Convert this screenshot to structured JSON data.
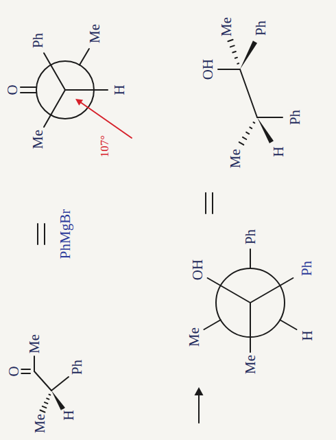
{
  "diagram": {
    "labels": [
      "O",
      "Me",
      "Me",
      "H",
      "Ph",
      "PhMgBr",
      "O",
      "Ph",
      "Me",
      "Me",
      "H",
      "107°",
      "OH",
      "Me",
      "Ph",
      "Me",
      "H",
      "Ph",
      "OH",
      "Me",
      "Ph",
      "Me",
      "H",
      "Ph"
    ]
  }
}
